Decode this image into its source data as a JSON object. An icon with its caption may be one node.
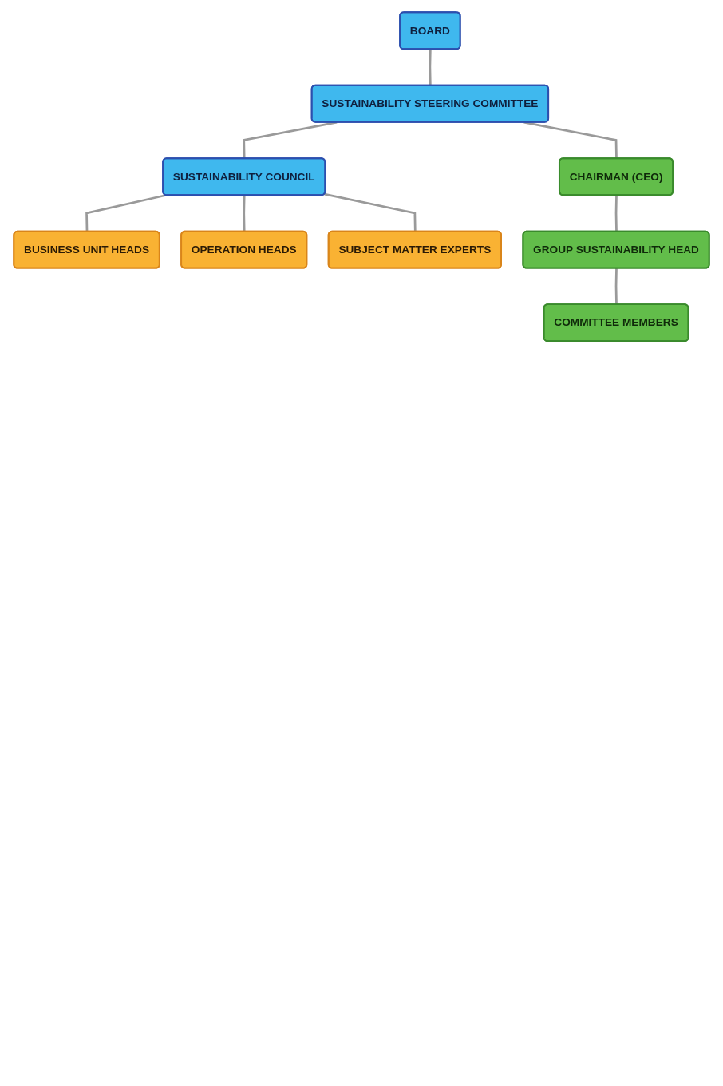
{
  "diagram": {
    "nodes": [
      {
        "text": [
          "BOARD"
        ]
      },
      {
        "text": [
          "SUSTAINABILITY STEERING COMMITTEE"
        ]
      },
      {
        "text": [
          "SUSTAINABILITY COUNCIL"
        ]
      },
      {
        "text": [
          "BUSINESS UNIT HEADS"
        ]
      },
      {
        "text": [
          "OPERATION HEADS"
        ]
      },
      {
        "text": [
          "SUBJECT MATTER EXPERTS"
        ]
      },
      {
        "text": [
          "CHAIRMAN (CEO)"
        ]
      },
      {
        "text": [
          "GROUP SUSTAINABILITY HEAD"
        ]
      },
      {
        "text": [
          "COMMITTEE MEMBERS"
        ]
      }
    ],
    "edges": [
      {
        "from": 0,
        "to": 1,
        "arrow": "none"
      },
      {
        "from": 1,
        "to": 2,
        "arrow": "none"
      },
      {
        "from": 2,
        "to": 3,
        "arrow": "none"
      },
      {
        "from": 2,
        "to": 4,
        "arrow": "none"
      },
      {
        "from": 2,
        "to": 5,
        "arrow": "none"
      },
      {
        "from": 1,
        "to": 6,
        "arrow": "none"
      },
      {
        "from": 6,
        "to": 7,
        "arrow": "none"
      },
      {
        "from": 7,
        "to": 8,
        "arrow": "none"
      }
    ]
  }
}
